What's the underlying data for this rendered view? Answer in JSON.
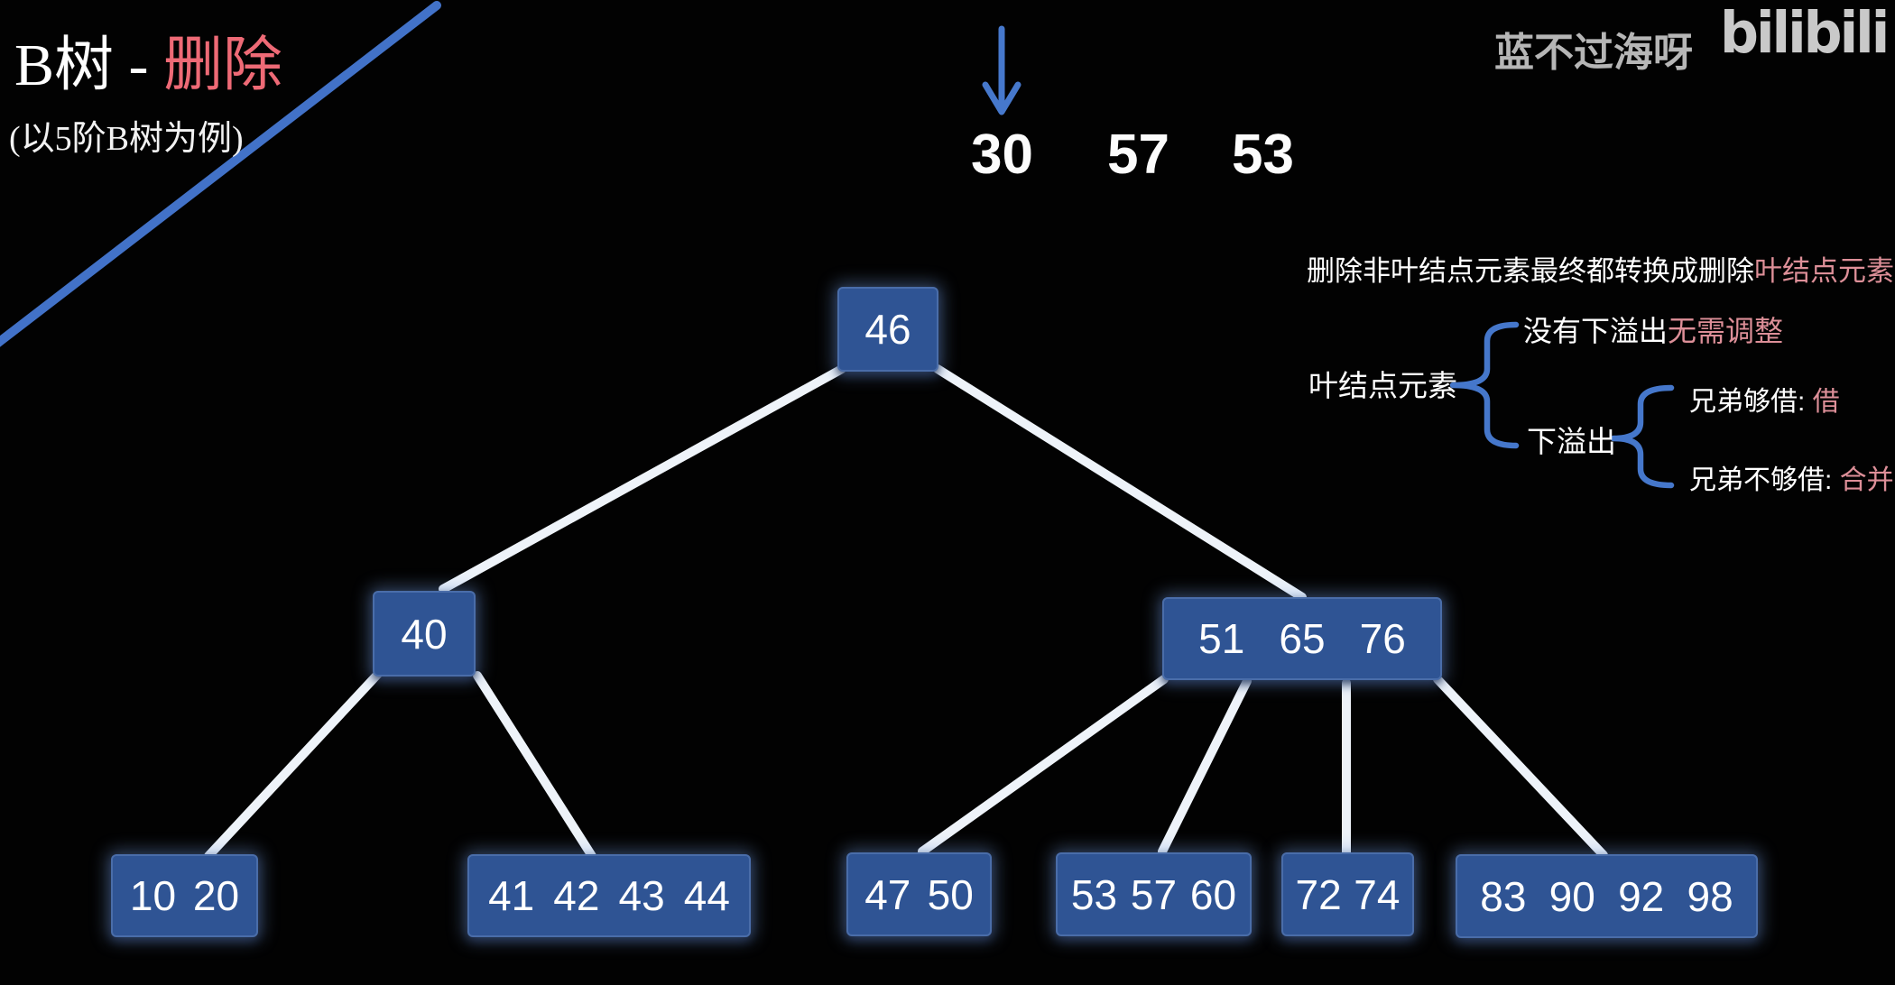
{
  "header": {
    "title_main": "B树",
    "title_sep": " - ",
    "title_accent": "删除",
    "subtitle": "(以5阶B树为例)"
  },
  "watermark": {
    "name": "蓝不过海呀",
    "logo": "bilibili"
  },
  "pending_keys": {
    "k0": "30",
    "k1": "57",
    "k2": "53"
  },
  "notes": {
    "line1_white": "删除非叶结点元素最终都转换成删除",
    "line1_accent": "叶结点元素",
    "branch_root_label": "叶结点元素",
    "case_no_underflow_white": "没有下溢出",
    "case_no_underflow_accent": "无需调整",
    "case_underflow_label": "下溢出",
    "sibling_enough_white": "兄弟够借: ",
    "sibling_enough_accent": "借",
    "sibling_not_enough_white": "兄弟不够借: ",
    "sibling_not_enough_accent": "合并"
  },
  "tree": {
    "order_note": "5阶B树",
    "root": {
      "keys": [
        "46"
      ]
    },
    "internal_left": {
      "keys": [
        "40"
      ]
    },
    "internal_right": {
      "keys": [
        "51",
        "65",
        "76"
      ]
    },
    "leaves": [
      {
        "keys": [
          "10",
          "20"
        ]
      },
      {
        "keys": [
          "41",
          "42",
          "43",
          "44"
        ]
      },
      {
        "keys": [
          "47",
          "50"
        ]
      },
      {
        "keys": [
          "53",
          "57",
          "60"
        ]
      },
      {
        "keys": [
          "72",
          "74"
        ]
      },
      {
        "keys": [
          "83",
          "90",
          "92",
          "98"
        ]
      }
    ]
  },
  "colors": {
    "background": "#020202",
    "node_fill": "#2f5494",
    "node_glow": "#7da5e6",
    "edge_white": "#eef3f9",
    "accent_pink_title": "#ee6a76",
    "accent_pink_notes": "#dd8f98",
    "accent_blue": "#4577cb",
    "watermark_gray": "#c0c0c0"
  }
}
